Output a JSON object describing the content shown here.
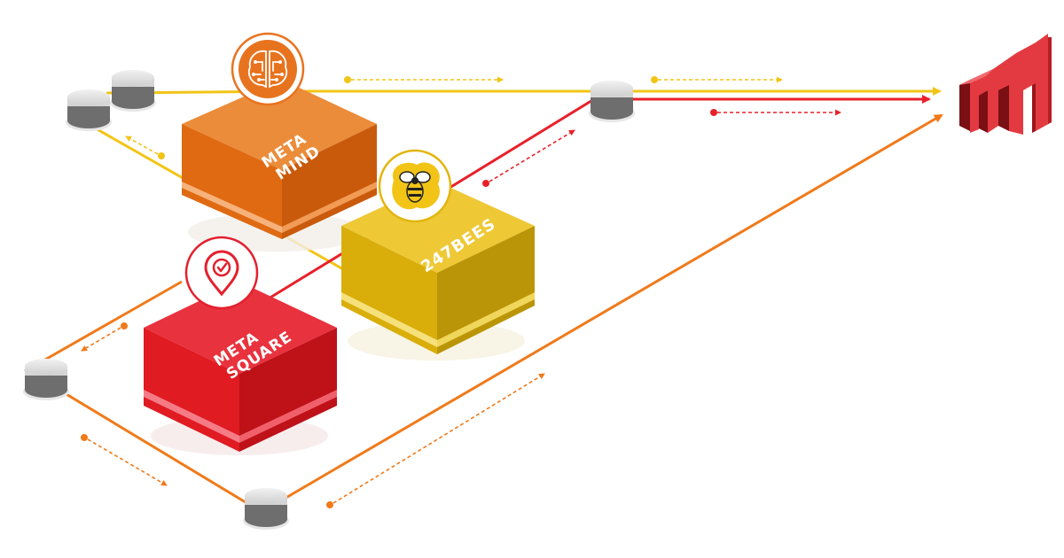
{
  "blocks": {
    "metamind": {
      "line1": "META",
      "line2": "MIND",
      "icon": "brain-circuit-icon",
      "color": "#E8731E"
    },
    "bees": {
      "line1": "247BEES",
      "icon": "bee-icon",
      "color": "#E2B50E"
    },
    "metasquare": {
      "line1": "META",
      "line2": "SQUARE",
      "icon": "location-check-icon",
      "color": "#E3202E"
    }
  },
  "logo": {
    "icon": "brand-logo-icon",
    "color": "#E23A40"
  },
  "colors": {
    "yellow": "#F2C416",
    "red": "#E8202A",
    "orange": "#F07A1A",
    "node": "#D9D9D9"
  }
}
